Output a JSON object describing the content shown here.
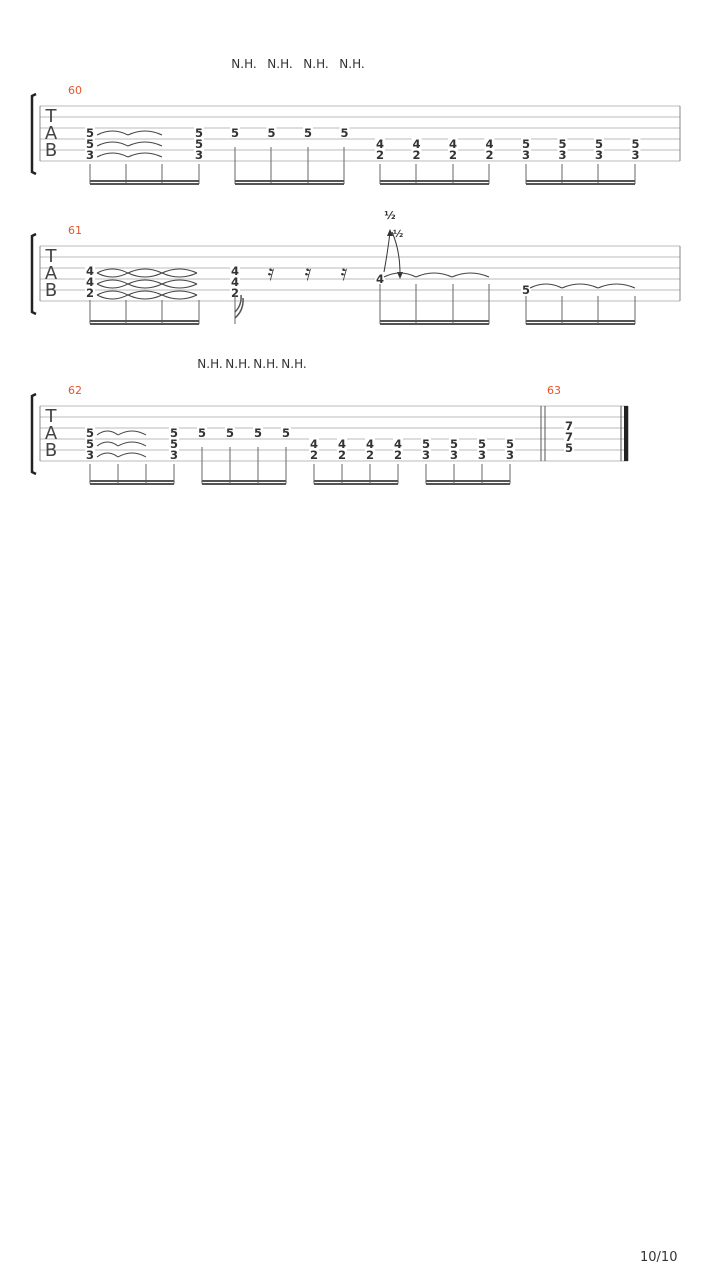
{
  "tab_label": [
    "T",
    "A",
    "B"
  ],
  "harmonic_label": "N.H.",
  "page_number": "10/10",
  "colors": {
    "measure_number": "#e8532b",
    "lines": "#888888",
    "text": "#333333"
  },
  "systems": [
    {
      "measures": [
        {
          "number": "60",
          "harmonic_marks": 4,
          "beat_groups": [
            {
              "notes": [
                [
                  "5",
                  "5",
                  "3"
                ],
                [
                  "",
                  ""
                ],
                [
                  "",
                  ""
                ],
                [
                  "5",
                  "5",
                  "3"
                ]
              ],
              "tied": true
            },
            {
              "notes": [
                [
                  "5"
                ],
                [
                  "5"
                ],
                [
                  "5"
                ],
                [
                  "5"
                ]
              ],
              "strings": [
                4
              ]
            },
            {
              "notes": [
                [
                  "4",
                  "2"
                ],
                [
                  "4",
                  "2"
                ],
                [
                  "4",
                  "2"
                ],
                [
                  "4",
                  "2"
                ]
              ]
            },
            {
              "notes": [
                [
                  "5",
                  "3"
                ],
                [
                  "5",
                  "3"
                ],
                [
                  "5",
                  "3"
                ],
                [
                  "5",
                  "3"
                ]
              ]
            }
          ]
        }
      ]
    },
    {
      "measures": [
        {
          "number": "61",
          "bend_label": "½",
          "bend_label_2": "½",
          "chord_a": [
            "4",
            "4",
            "2"
          ],
          "chord_b": [
            "4",
            "4",
            "2"
          ],
          "bend_note": "4",
          "slide_note": "5"
        }
      ]
    },
    {
      "measures": [
        {
          "number": "62",
          "harmonic_marks": 4,
          "chord_a": [
            "5",
            "5",
            "3"
          ],
          "chord_b": [
            "5",
            "5",
            "3"
          ],
          "single": [
            "5",
            "5",
            "5",
            "5"
          ],
          "dyads_a": [
            [
              "4",
              "2"
            ],
            [
              "4",
              "2"
            ],
            [
              "4",
              "2"
            ],
            [
              "4",
              "2"
            ]
          ],
          "dyads_b": [
            [
              "5",
              "3"
            ],
            [
              "5",
              "3"
            ],
            [
              "5",
              "3"
            ],
            [
              "5",
              "3"
            ]
          ]
        },
        {
          "number": "63",
          "chord": [
            "7",
            "7",
            "5"
          ]
        }
      ]
    }
  ]
}
